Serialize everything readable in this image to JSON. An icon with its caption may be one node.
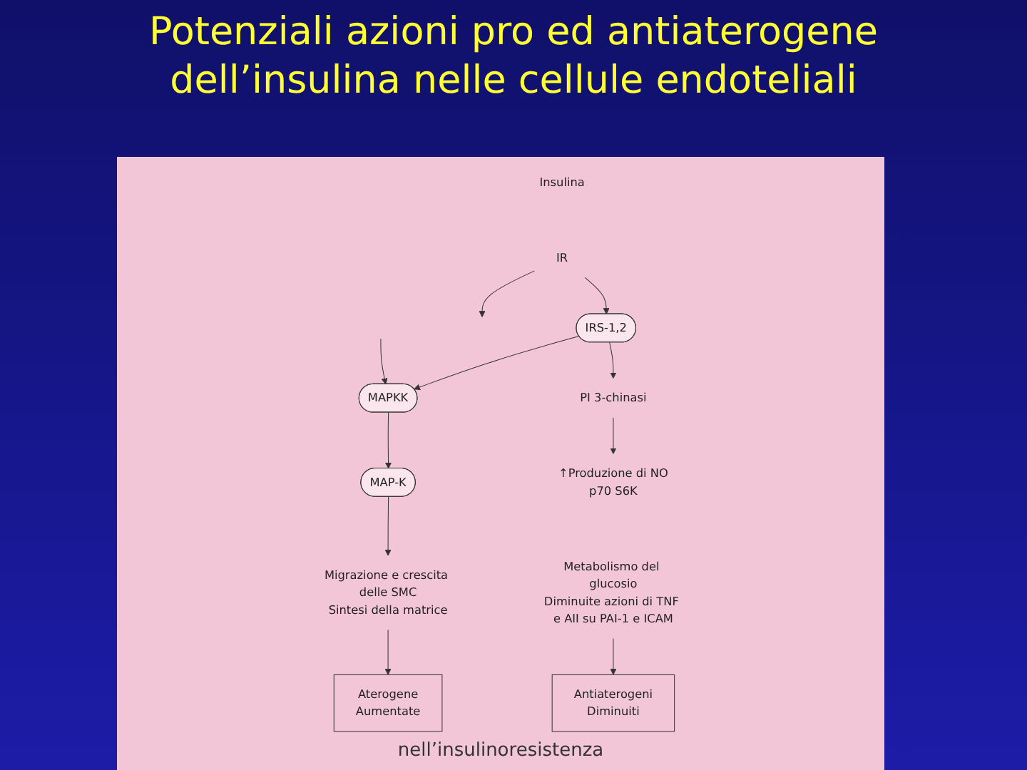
{
  "diagram": {
    "title": "Potenziali azioni pro ed antiaterogene dell’insulina nelle cellule endoteliali",
    "nodes": [
      {
        "text": [
          "Insulina"
        ]
      },
      {
        "text": [
          "IR"
        ]
      },
      {
        "text": [
          "IRS-1,2"
        ]
      },
      {
        "text": [
          "MAPKK"
        ]
      },
      {
        "text": [
          "MAP-K"
        ]
      },
      {
        "text": [
          "Migrazione e crescita delle SMC",
          "Sintesi della matrice"
        ]
      },
      {
        "text": [
          "Aterogene",
          "Aumentate"
        ]
      },
      {
        "text": [
          "PI 3-chinasi"
        ]
      },
      {
        "text": [
          "↑Produzione di NO",
          "p70 S6K"
        ]
      },
      {
        "text": [
          "Metabolismo del glucosio",
          "Diminuite azioni di TNF e AII su PAI-1 e ICAM"
        ]
      },
      {
        "text": [
          "Antiaterogeni",
          "Diminuiti"
        ]
      }
    ],
    "edges": [
      {
        "from": 1,
        "to": 2,
        "arrow": "to"
      },
      {
        "from": 1,
        "to": null,
        "arrow": "to"
      },
      {
        "from": null,
        "to": 3,
        "arrow": "to"
      },
      {
        "from": 2,
        "to": 3,
        "arrow": "to"
      },
      {
        "from": 2,
        "to": 7,
        "arrow": "to"
      },
      {
        "from": 3,
        "to": 4,
        "arrow": "to"
      },
      {
        "from": 4,
        "to": 5,
        "arrow": "to"
      },
      {
        "from": 5,
        "to": 6,
        "arrow": "to"
      },
      {
        "from": 7,
        "to": 8,
        "arrow": "to"
      },
      {
        "from": 9,
        "to": 10,
        "arrow": "to"
      }
    ],
    "labels": [
      "nell’insulinoresistenza"
    ]
  }
}
